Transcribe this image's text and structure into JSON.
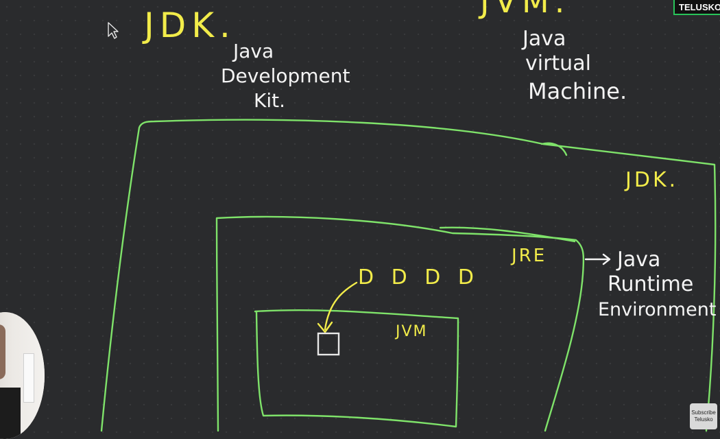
{
  "brand": {
    "badge_text": "TELUSKO"
  },
  "subscribe": {
    "line1": "Subscribe",
    "line2": "Telusko"
  },
  "labels": {
    "jdk_heading": "JDK.",
    "jdk_full_line1": "Java",
    "jdk_full_line2": "Development",
    "jdk_full_line3": "Kit.",
    "jvm_heading": "JVM.",
    "jvm_full_line1": "Java",
    "jvm_full_line2": "virtual",
    "jvm_full_line3": "Machine.",
    "jdk_box": "JDK.",
    "jre_box": "JRE",
    "jre_full_line1": "Java",
    "jre_full_line2": "Runtime",
    "jre_full_line3": "Environment",
    "jvm_box": "JVM",
    "class_files": "D D D D"
  },
  "colors": {
    "background": "#2a2b2d",
    "box_green": "#7fe36a",
    "ink_yellow": "#f2ec4a",
    "ink_white": "#f4f4f4",
    "badge_border": "#29c45a"
  },
  "icons": {
    "cursor": "pointer-cursor-icon",
    "arrow": "arrow-right-icon"
  }
}
